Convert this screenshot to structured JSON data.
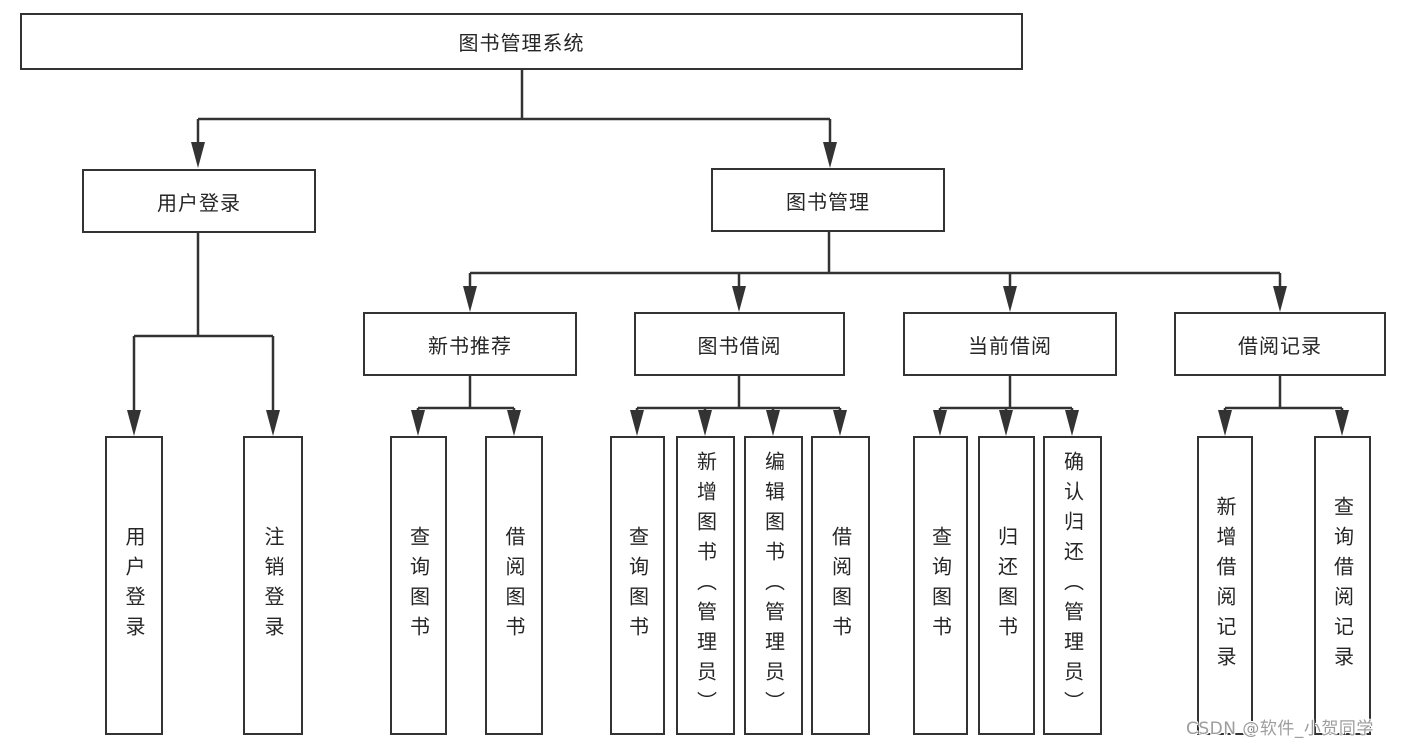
{
  "tree": {
    "root": "图书管理系统",
    "branches": [
      {
        "label": "用户登录",
        "children": [
          "用户登录",
          "注销登录"
        ]
      },
      {
        "label": "图书管理",
        "modules": [
          {
            "label": "新书推荐",
            "children": [
              "查询图书",
              "借阅图书"
            ]
          },
          {
            "label": "图书借阅",
            "children": [
              "查询图书",
              "新增图书（管理员）",
              "编辑图书（管理员）",
              "借阅图书"
            ]
          },
          {
            "label": "当前借阅",
            "children": [
              "查询图书",
              "归还图书",
              "确认归还（管理员）"
            ]
          },
          {
            "label": "借阅记录",
            "children": [
              "新增借阅记录",
              "查询借阅记录"
            ]
          }
        ]
      }
    ]
  },
  "watermark": "CSDN @软件_小贺同学",
  "colors": {
    "line": "#333333",
    "box_border": "#333333",
    "text": "#262626",
    "background": "#ffffff",
    "watermark_gray": "#9d9d9d"
  }
}
